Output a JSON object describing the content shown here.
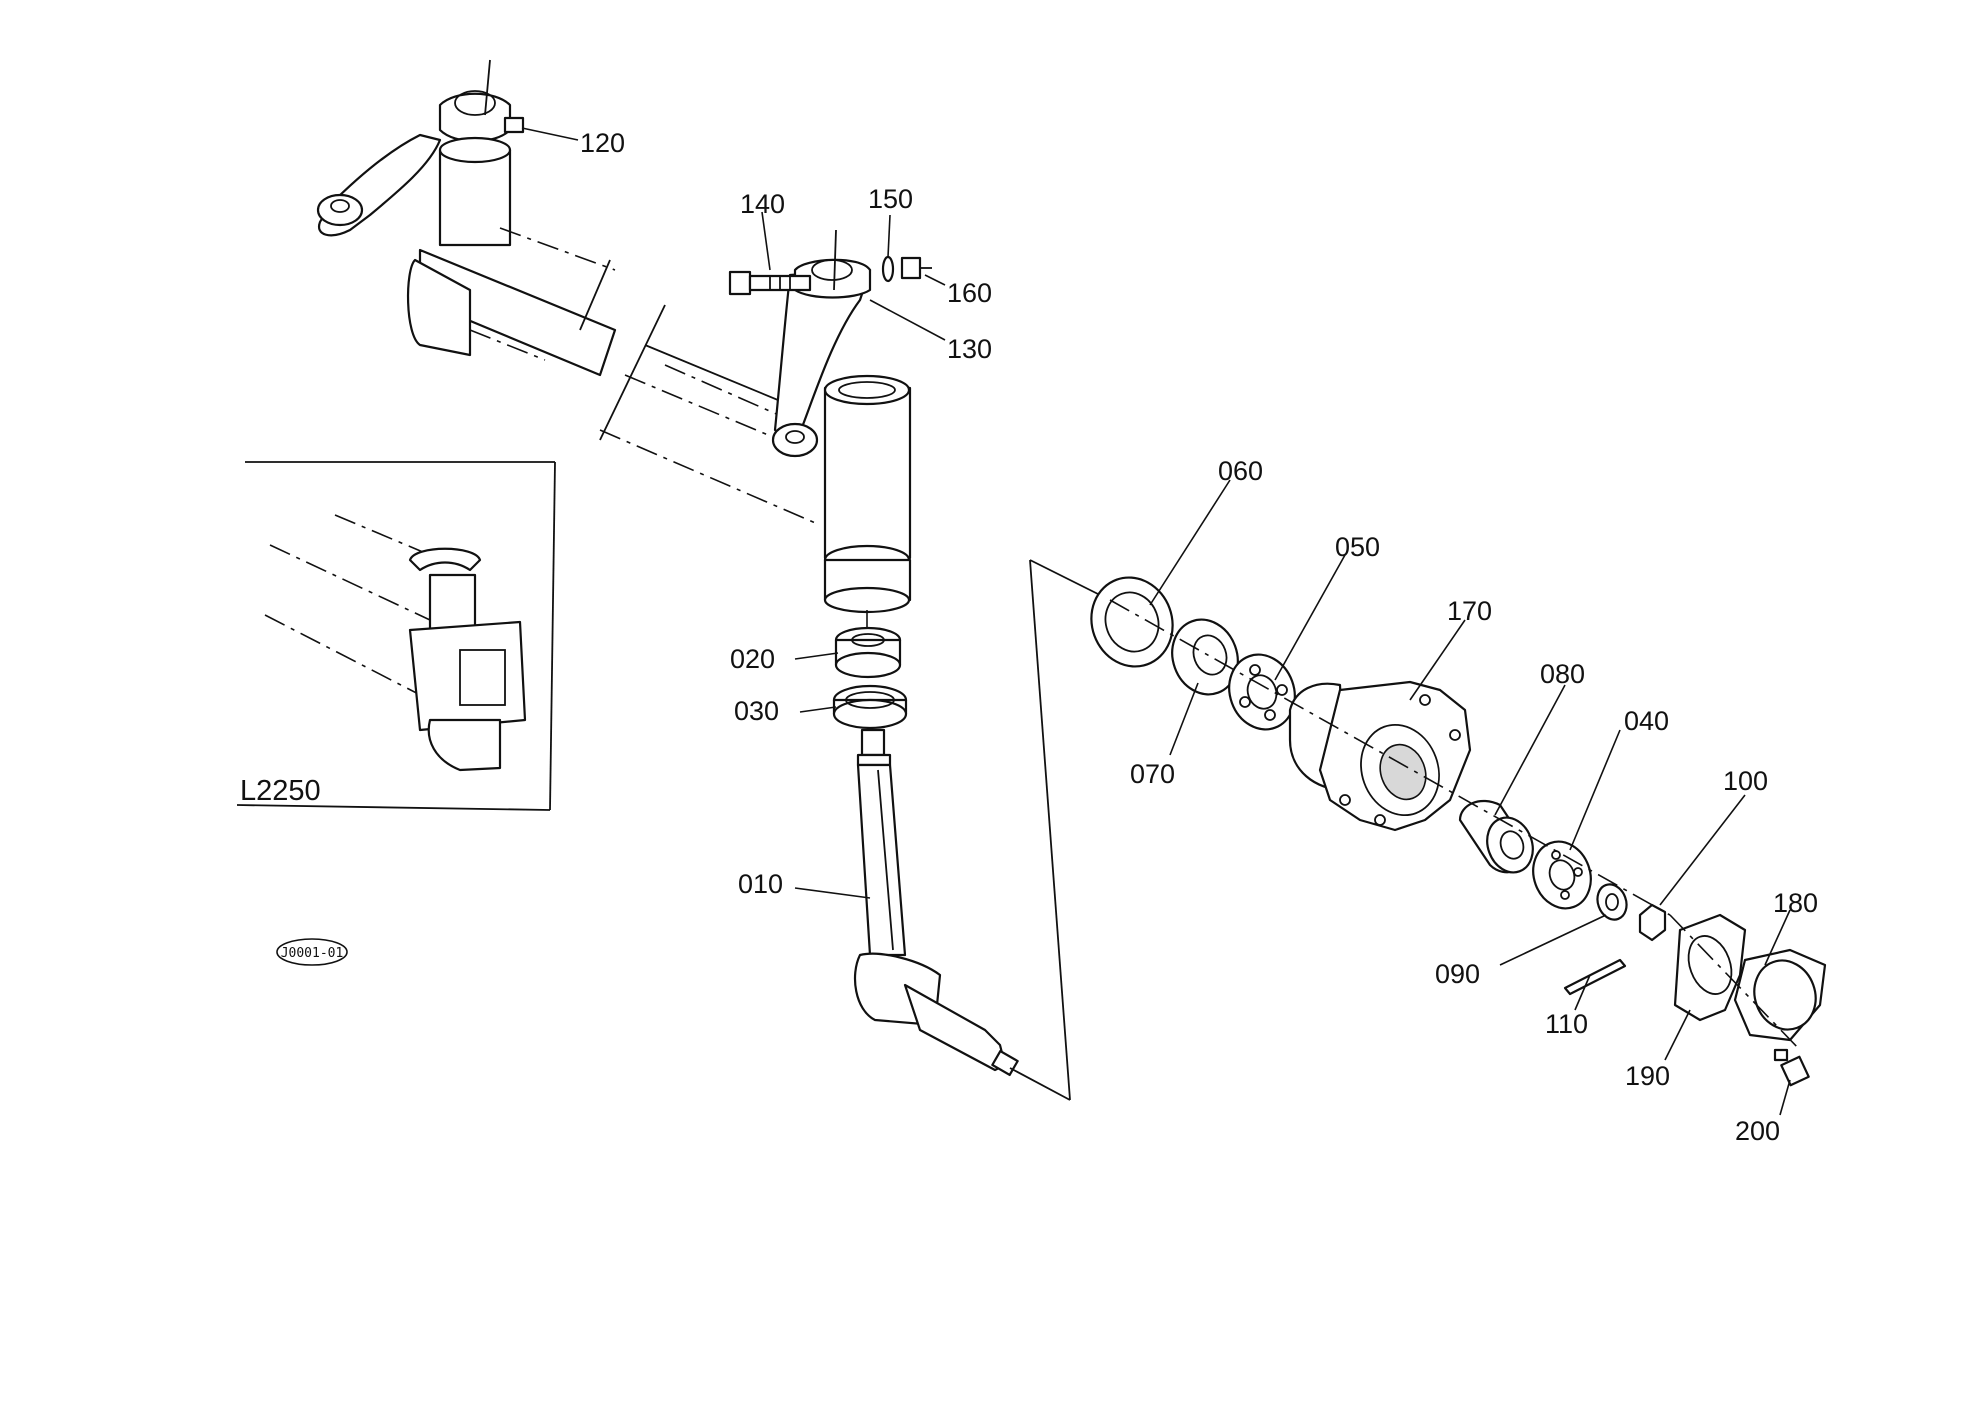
{
  "diagram": {
    "inset_label": "L2250",
    "drawing_code": "J0001-01",
    "callouts": [
      {
        "id": "120",
        "text": "120"
      },
      {
        "id": "140",
        "text": "140"
      },
      {
        "id": "150",
        "text": "150"
      },
      {
        "id": "160",
        "text": "160"
      },
      {
        "id": "130",
        "text": "130"
      },
      {
        "id": "060",
        "text": "060"
      },
      {
        "id": "050",
        "text": "050"
      },
      {
        "id": "170",
        "text": "170"
      },
      {
        "id": "080",
        "text": "080"
      },
      {
        "id": "040",
        "text": "040"
      },
      {
        "id": "100",
        "text": "100"
      },
      {
        "id": "180",
        "text": "180"
      },
      {
        "id": "020",
        "text": "020"
      },
      {
        "id": "030",
        "text": "030"
      },
      {
        "id": "070",
        "text": "070"
      },
      {
        "id": "010",
        "text": "010"
      },
      {
        "id": "090",
        "text": "090"
      },
      {
        "id": "110",
        "text": "110"
      },
      {
        "id": "190",
        "text": "190"
      },
      {
        "id": "200",
        "text": "200"
      }
    ]
  }
}
